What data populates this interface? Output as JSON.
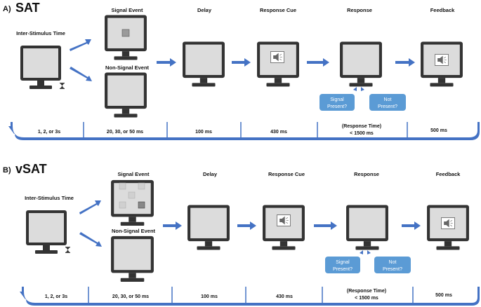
{
  "sat": {
    "letter": "A)",
    "name": "SAT",
    "stages": {
      "inter_stimulus": "Inter-Stimulus Time",
      "signal_event": "Signal Event",
      "non_signal_event": "Non-Signal Event",
      "delay": "Delay",
      "response_cue": "Response Cue",
      "response": "Response",
      "feedback": "Feedback"
    },
    "bubbles": {
      "signal_line1": "Signal",
      "signal_line2": "Present?",
      "not_line1": "Not",
      "not_line2": "Present?"
    },
    "timeline": [
      "1, 2, or 3s",
      "20, 30, or 50 ms",
      "100 ms",
      "430 ms",
      "(Response Time)",
      "< 1500 ms",
      "500 ms"
    ]
  },
  "vsat": {
    "letter": "B)",
    "name": "vSAT",
    "stages": {
      "inter_stimulus": "Inter-Stimulus Time",
      "signal_event": "Signal Event",
      "non_signal_event": "Non-Signal Event",
      "delay": "Delay",
      "response_cue": "Response Cue",
      "response": "Response",
      "feedback": "Feedback"
    },
    "bubbles": {
      "signal_line1": "Signal",
      "signal_line2": "Present?",
      "not_line1": "Not",
      "not_line2": "Present?"
    },
    "timeline": [
      "1, 2, or 3s",
      "20, 30, or 50 ms",
      "100 ms",
      "430 ms",
      "(Response Time)",
      "< 1500 ms",
      "500 ms"
    ]
  },
  "colors": {
    "arrow": "#4472c4",
    "bubble": "#5b9bd5",
    "monitor": "#333333",
    "screen": "#dcdcdc"
  }
}
